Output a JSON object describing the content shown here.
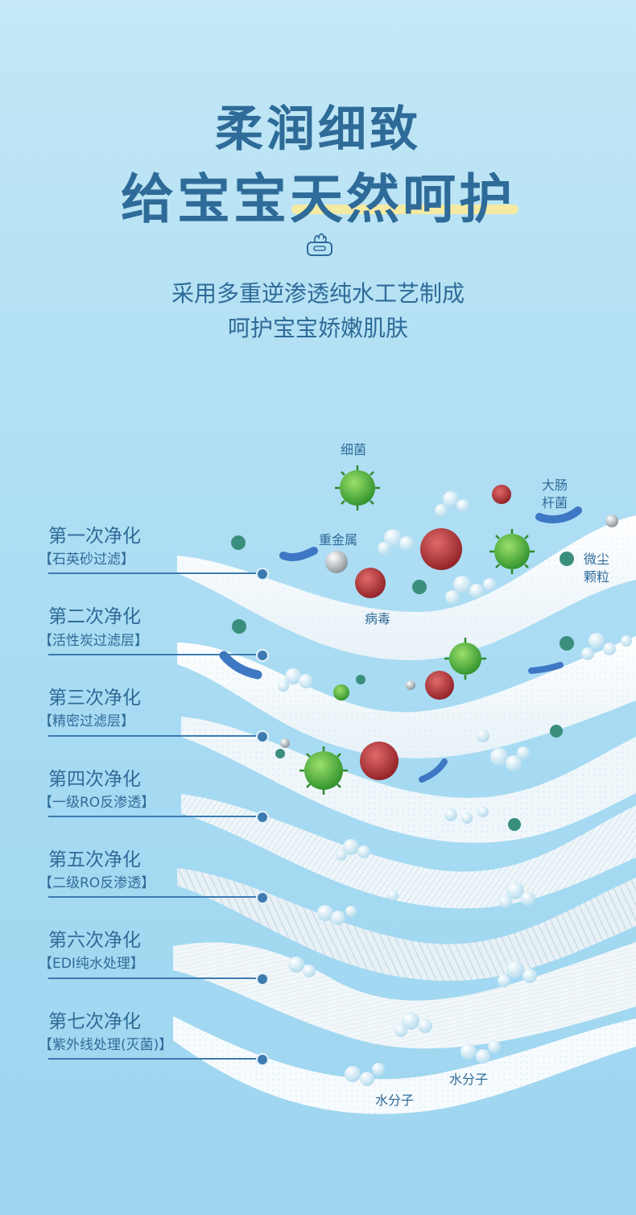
{
  "header": {
    "title_line1": "柔润细致",
    "title_line2": "给宝宝天然呵护",
    "subtitle_line1": "采用多重逆渗透纯水工艺制成",
    "subtitle_line2": "呵护宝宝娇嫩肌肤"
  },
  "stages": [
    {
      "name": "第一次净化",
      "method": "【石英砂过滤】"
    },
    {
      "name": "第二次净化",
      "method": "【活性炭过滤层】"
    },
    {
      "name": "第三次净化",
      "method": "【精密过滤层】"
    },
    {
      "name": "第四次净化",
      "method": "【一级RO反渗透】"
    },
    {
      "name": "第五次净化",
      "method": "【二级RO反渗透】"
    },
    {
      "name": "第六次净化",
      "method": "【EDI纯水处理】"
    },
    {
      "name": "第七次净化",
      "method": "【紫外线处理(灭菌)】"
    }
  ],
  "labels": {
    "bacteria": "细菌",
    "ecoli_line1": "大肠",
    "ecoli_line2": "杆菌",
    "heavy_metal": "重金属",
    "dust_line1": "微尘",
    "dust_line2": "颗粒",
    "virus": "病毒",
    "water_molecule_1": "水分子",
    "water_molecule_2": "水分子"
  },
  "colors": {
    "primary_text": "#2f6b98",
    "highlight": "#f4eaa3",
    "bacteria_green": "#3da53a",
    "virus_red": "#b8353a",
    "ecoli_blue": "#3e78c4",
    "dust_teal": "#3a8f7c"
  }
}
